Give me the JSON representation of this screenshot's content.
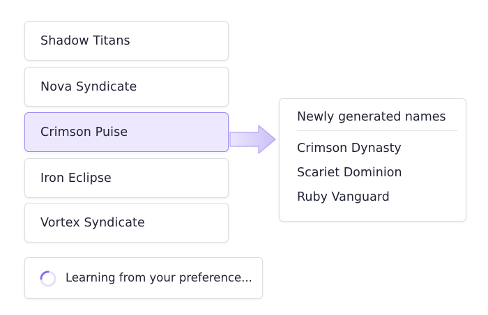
{
  "names_list": {
    "items": [
      {
        "label": "Shadow Titans",
        "selected": false
      },
      {
        "label": "Nova Syndicate",
        "selected": false
      },
      {
        "label": "Crimson Puise",
        "selected": true
      },
      {
        "label": "Iron Eclipse",
        "selected": false
      },
      {
        "label": "Vortex Syndicate",
        "selected": false
      }
    ]
  },
  "arrow": {
    "icon": "arrow-right-icon",
    "color": "#c9bdf7"
  },
  "results": {
    "title": "Newly generated names",
    "names": [
      "Crimson Dynasty",
      "Scariet Dominion",
      "Ruby Vanguard"
    ]
  },
  "status": {
    "icon": "loading-spinner-icon",
    "text": "Learning from your preference..."
  },
  "colors": {
    "accent": "#8b6ff0",
    "selected_bg": "#ede8fd",
    "selected_border": "#a18af0",
    "text": "#1f2233"
  }
}
